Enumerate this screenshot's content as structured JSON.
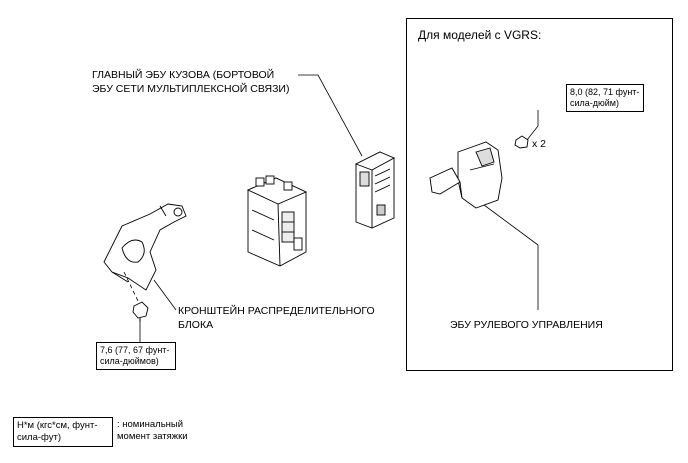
{
  "vgrs_panel": {
    "title": "Для моделей с VGRS:",
    "torque_spec": [
      "8,0 (82, 71 фунт-",
      "сила-дюйм)"
    ],
    "quantity": "x 2",
    "part_label": "ЭБУ РУЛЕВОГО УПРАВЛЕНИЯ"
  },
  "main_body_ecu": {
    "label": [
      "ГЛАВНЫЙ ЭБУ КУЗОВА (БОРТОВОЙ",
      "ЭБУ СЕТИ МУЛЬТИПЛЕКСНОЙ СВЯЗИ)"
    ]
  },
  "junction_bracket": {
    "label": [
      "КРОНШТЕЙН РАСПРЕДЕЛИТЕЛЬНОГО",
      "БЛОКА"
    ],
    "torque_spec": [
      "7,6 (77, 67 фунт-",
      "сила-дюймов)"
    ]
  },
  "legend": {
    "symbol": [
      "Н*м (кгс*см, фунт-",
      "сила-фут)"
    ],
    "description": [
      ": номинальный",
      "момент затяжки"
    ]
  }
}
